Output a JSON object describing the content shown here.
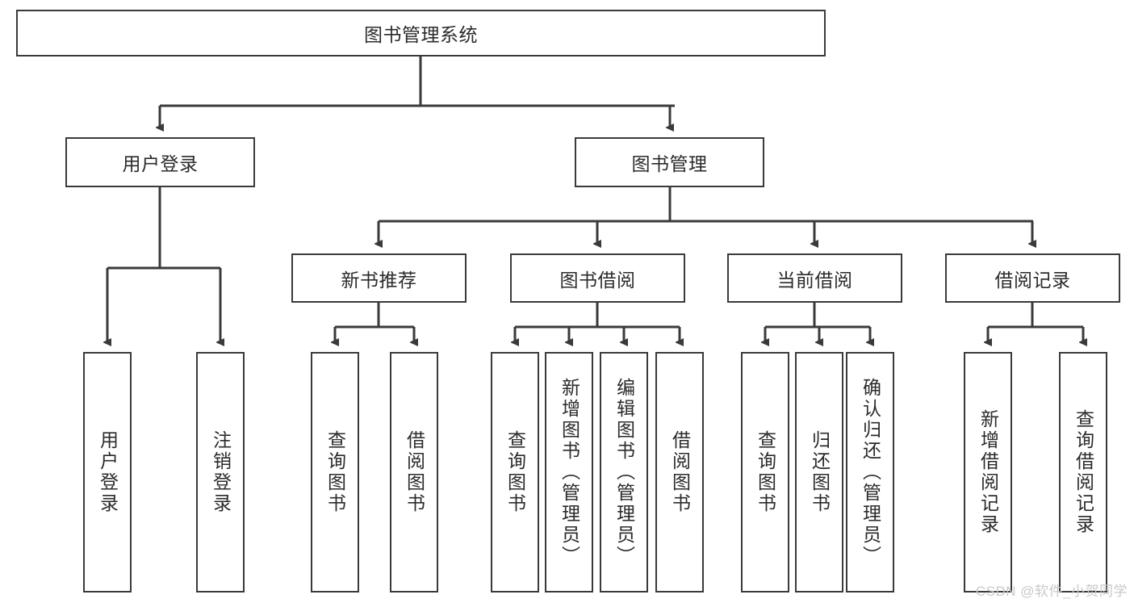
{
  "diagram": {
    "title": "图书管理系统",
    "type": "hierarchy-tree",
    "nodes": {
      "root": {
        "label": "图书管理系统"
      },
      "level2": [
        {
          "id": "user-login",
          "label": "用户登录"
        },
        {
          "id": "book-management",
          "label": "图书管理"
        }
      ],
      "level3": [
        {
          "id": "new-book-recommend",
          "label": "新书推荐"
        },
        {
          "id": "book-borrow",
          "label": "图书借阅"
        },
        {
          "id": "current-borrow",
          "label": "当前借阅"
        },
        {
          "id": "borrow-record",
          "label": "借阅记录"
        }
      ],
      "leaves": [
        {
          "id": "leaf-user-login",
          "label": "用户登录"
        },
        {
          "id": "leaf-user-logout",
          "label": "注销登录"
        },
        {
          "id": "leaf-query-book-1",
          "label": "查询图书"
        },
        {
          "id": "leaf-borrow-book-1",
          "label": "借阅图书"
        },
        {
          "id": "leaf-query-book-2",
          "label": "查询图书"
        },
        {
          "id": "leaf-add-book",
          "label": "新增图书（管理员）"
        },
        {
          "id": "leaf-edit-book",
          "label": "编辑图书（管理员）"
        },
        {
          "id": "leaf-borrow-book-2",
          "label": "借阅图书"
        },
        {
          "id": "leaf-query-book-3",
          "label": "查询图书"
        },
        {
          "id": "leaf-return-book",
          "label": "归还图书"
        },
        {
          "id": "leaf-confirm-return",
          "label": "确认归还（管理员）"
        },
        {
          "id": "leaf-add-borrow-record",
          "label": "新增借阅记录"
        },
        {
          "id": "leaf-query-borrow-record",
          "label": "查询借阅记录"
        }
      ]
    }
  },
  "watermark": {
    "text": "CSDN @软件_小贺同学"
  },
  "colors": {
    "stroke": "#3a3a3a",
    "text": "#2b2b2b",
    "background": "#ffffff",
    "watermark": "#c9c9c9"
  }
}
